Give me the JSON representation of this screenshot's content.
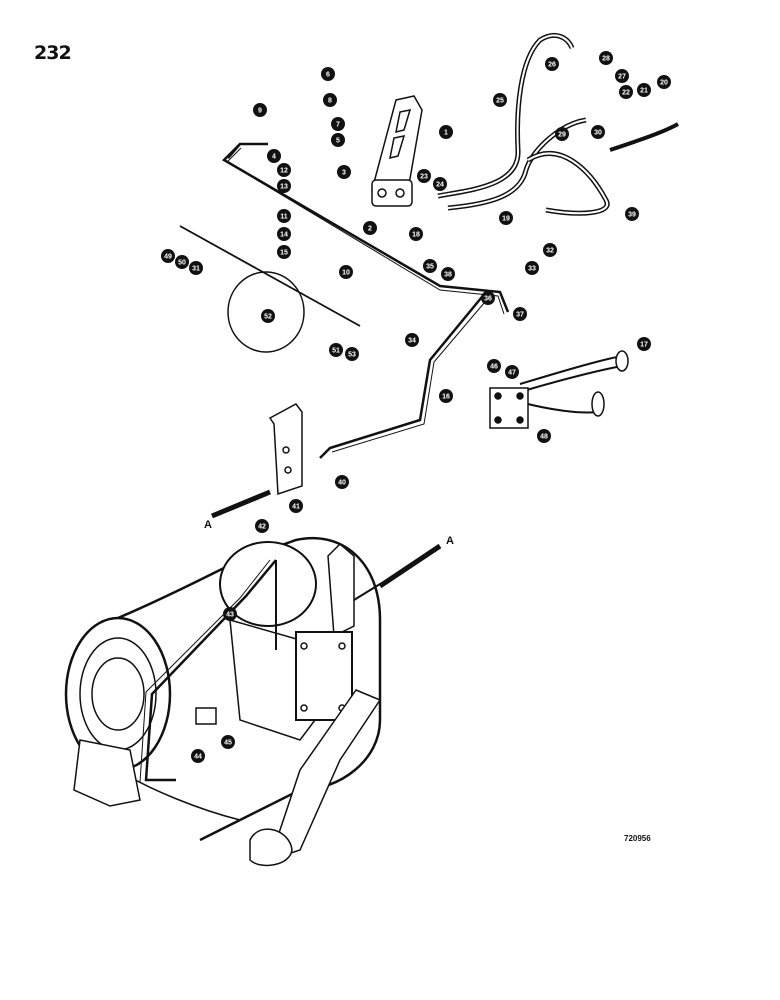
{
  "page_number": "232",
  "drawing_number": "720956",
  "reference_letter": "A",
  "callouts": [
    "1",
    "2",
    "3",
    "4",
    "5",
    "6",
    "7",
    "8",
    "9",
    "10",
    "11",
    "12",
    "13",
    "14",
    "15",
    "16",
    "17",
    "18",
    "19",
    "20",
    "21",
    "22",
    "23",
    "24",
    "25",
    "26",
    "27",
    "28",
    "29",
    "30",
    "31",
    "32",
    "33",
    "34",
    "35",
    "36",
    "37",
    "38",
    "39",
    "40",
    "41",
    "42",
    "43",
    "44",
    "45",
    "46",
    "47",
    "48",
    "49",
    "50",
    "51",
    "52",
    "53"
  ]
}
